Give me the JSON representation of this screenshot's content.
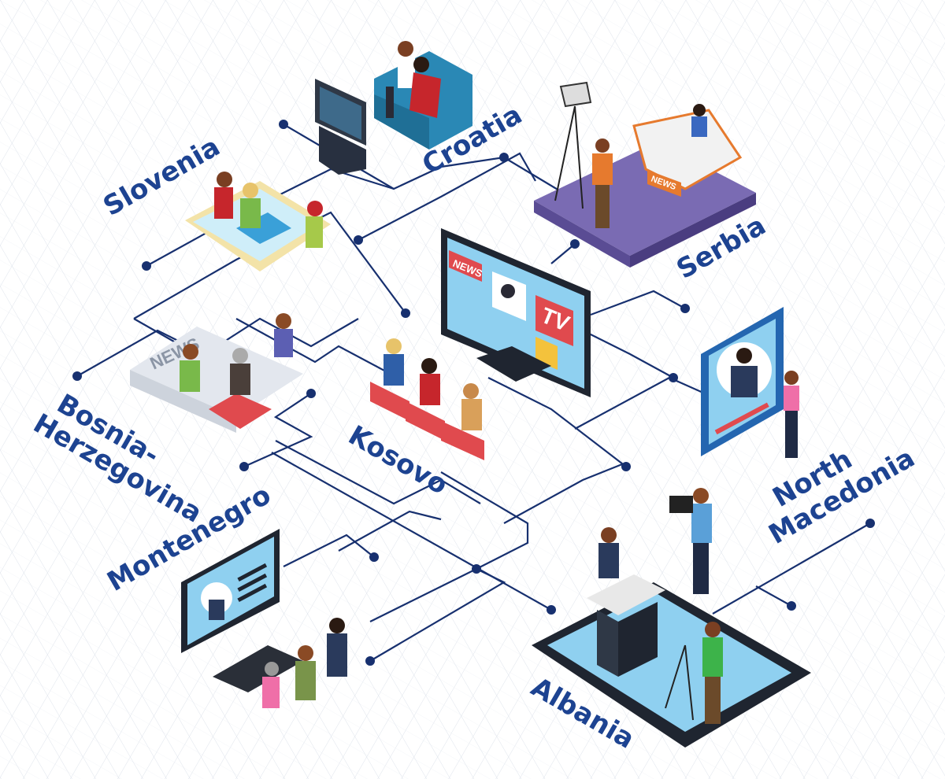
{
  "title": "Media landscape in the Western Balkans",
  "countries": {
    "slovenia": "Slovenia",
    "croatia": "Croatia",
    "serbia": "Serbia",
    "bosnia_line1": "Bosnia-",
    "bosnia_line2": "Herzegovina",
    "kosovo": "Kosovo",
    "montenegro": "Montenegro",
    "north_macedonia_line1": "North",
    "north_macedonia_line2": "Macedonia",
    "albania": "Albania"
  },
  "illustration_text": {
    "tv_news": "NEWS",
    "tv_tv": "TV",
    "desk_news": "NEWS",
    "newspaper_news": "NEWS"
  },
  "colors": {
    "label": "#1d4391",
    "lines": "#17306f",
    "grid": "#dfe4ec",
    "stage": "#7a6bb3",
    "screen": "#8fd0f0"
  }
}
